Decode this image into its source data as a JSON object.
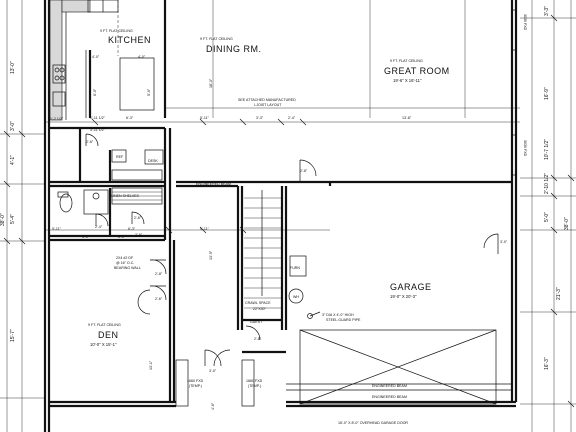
{
  "rooms": {
    "kitchen": {
      "ceiling": "9 FT. FLAT CEILING",
      "name": "KITCHEN"
    },
    "dining": {
      "ceiling": "9 FT. FLAT CEILING",
      "name": "DINING RM."
    },
    "great_room": {
      "ceiling": "9 FT. FLAT CEILING",
      "name": "GREAT ROOM",
      "size": "19'-6\" X 16'-11\""
    },
    "den": {
      "ceiling": "9 FT. FLAT CEILING",
      "name": "DEN",
      "size": "10'-0\" X 15'-1\""
    },
    "garage": {
      "name": "GARAGE",
      "size": "19'-0\" X 20'-3\""
    }
  },
  "labels": {
    "manufactured": "SEE ATTACHED MANUFACTURED",
    "joist": "I-JOIST LAYOUT",
    "engineered_beam": "ENGINEERED BEAM",
    "linen": "LINEN SHELVES",
    "ref": "REF",
    "desk": "DESK",
    "bearing_wall_1": "2X4 #2 DF",
    "bearing_wall_2": "@ 16\" O.C.",
    "bearing_wall_3": "BEARING WALL",
    "crawl_space": "CRAWL SPACE",
    "crawl_size": "22\"X30\"",
    "guest": "GUEST",
    "pipe_1": "3\" DIA X 4'-0\" HIGH",
    "pipe_2": "STEEL GUARD PIPE",
    "furn": "FURN",
    "wh": "WH",
    "fxd_left_1": "1660 FXD",
    "fxd_left_2": "(TEMP.)",
    "fxd_right_1": "1660 FXD",
    "fxd_right_2": "(TEMP.)",
    "garage_door": "16'-0\" X 8'-0\" OVERHEAD GARAGE DOOR",
    "engineered_beam_2": "ENGINEERED BEAM",
    "engineered_beam_3": "ENGINEERED BEAM"
  },
  "windows": {
    "w1": "3030 FXD",
    "w2": "3030 FXD"
  },
  "doors": {
    "d1": "2'-6\"",
    "d2": "2'-8\"",
    "d3": "2'-4\"",
    "d4": "2'-6\"",
    "d5": "2'-8\"",
    "d6": "2'-6\"",
    "d7": "2'-8\"",
    "d8": "3'-0\"",
    "d9": "3'-0\"",
    "d10": "2'-6\""
  },
  "dims": {
    "left": [
      "13'-0\"",
      "3'-0\"",
      "4'-1\"",
      "5'-4\"",
      "15'-7\"",
      "38'-0\""
    ],
    "right": [
      "3'-3\"",
      "16'-9\"",
      "10'-7 1/2\"",
      "2'-10 1/2\"",
      "5'-0\"",
      "21'-3\"",
      "16'-3\"",
      "38'-0\""
    ],
    "kitchen": [
      "4'-0\"",
      "4'-0\"",
      "5'-0\"",
      "6'-0\"",
      "1'-2 1/2\"",
      "1'-11 1/2\"",
      "3'-11 1/2\""
    ],
    "mid": [
      "5'-11\"",
      "6'-3\"",
      "3'-3\"",
      "2'-4\"",
      "13'-8\"",
      "18'-3\"",
      "6'-3\"",
      "5'-11\"",
      "13'-9\""
    ],
    "bath": [
      "5'-0\"",
      "5'-11\"",
      "5'-0\""
    ],
    "lower": [
      "13'-1\"",
      "4'-6\""
    ]
  }
}
